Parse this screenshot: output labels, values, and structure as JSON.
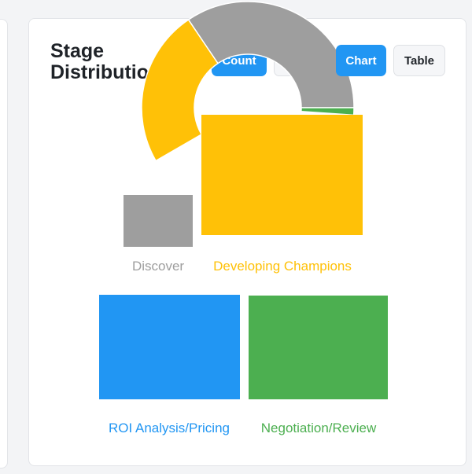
{
  "panel": {
    "title": "Stage\nDistribution"
  },
  "toggle": {
    "count_label": "Count",
    "chart_label": "Chart",
    "table_label": "Table"
  },
  "chart_data": {
    "type": "pie",
    "variant": "donut",
    "categories": [
      "Discover",
      "Developing Champions",
      "ROI Analysis/Pricing",
      "Negotiation/Review"
    ],
    "colors": [
      "#9e9e9e",
      "#ffc107",
      "#2196f3",
      "#4caf50"
    ]
  }
}
